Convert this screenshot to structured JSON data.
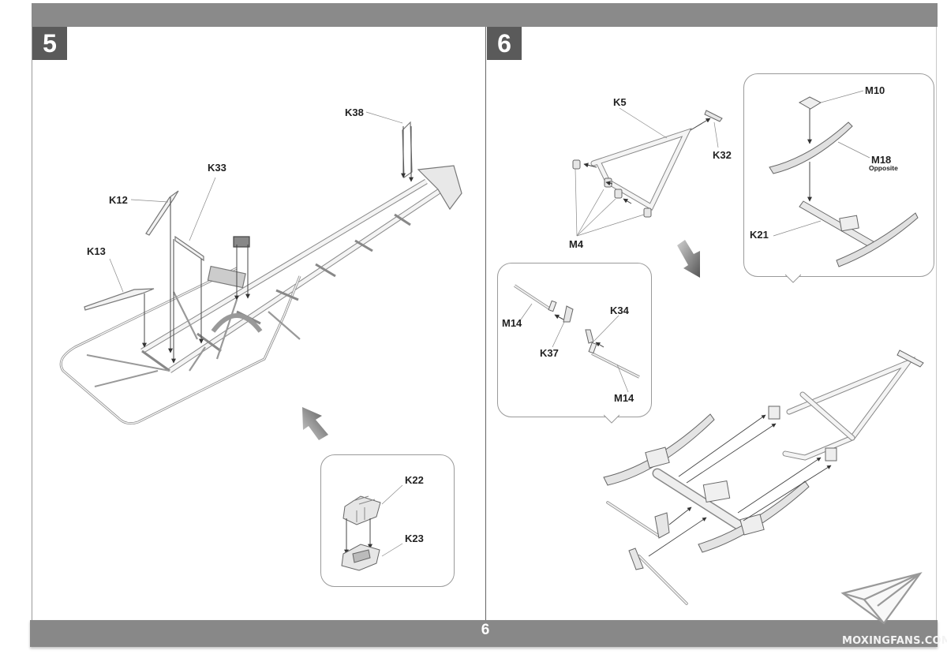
{
  "document": {
    "page_number": "6",
    "watermark": "MOXINGFANS.COM"
  },
  "steps": [
    {
      "number": "5",
      "part_labels": [
        "K38",
        "K33",
        "K12",
        "K13"
      ],
      "callout": {
        "part_labels": [
          "K22",
          "K23"
        ]
      }
    },
    {
      "number": "6",
      "part_labels": [
        "K5",
        "K32",
        "M4"
      ],
      "callout_top": {
        "part_labels": [
          "M10",
          "M18",
          "K21"
        ],
        "note": "Opposite"
      },
      "callout_left": {
        "part_labels": [
          "M14",
          "K37",
          "K34",
          "M14"
        ]
      }
    }
  ]
}
